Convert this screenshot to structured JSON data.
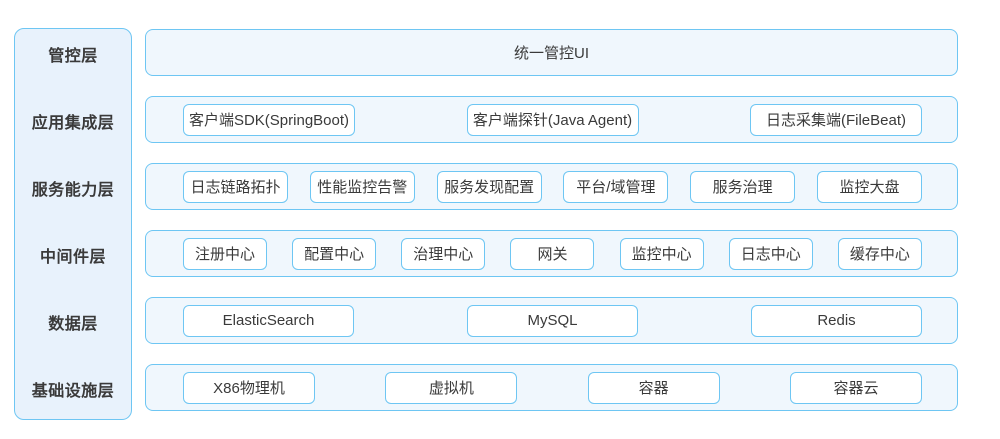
{
  "colors": {
    "border": "#6ec6f3",
    "row_background": "#f0f7fd",
    "sidebar_background": "#e8f2fc",
    "chip_background": "#ffffff",
    "text": "#3a3a3a"
  },
  "sidebar": {
    "layers": [
      {
        "label": "管控层"
      },
      {
        "label": "应用集成层"
      },
      {
        "label": "服务能力层"
      },
      {
        "label": "中间件层"
      },
      {
        "label": "数据层"
      },
      {
        "label": "基础设施层"
      }
    ]
  },
  "rows": [
    {
      "layer": "管控层",
      "items": [
        "统一管控UI"
      ]
    },
    {
      "layer": "应用集成层",
      "items": [
        "客户端SDK(SpringBoot)",
        "客户端探针(Java Agent)",
        "日志采集端(FileBeat)"
      ]
    },
    {
      "layer": "服务能力层",
      "items": [
        "日志链路拓扑",
        "性能监控告警",
        "服务发现配置",
        "平台/域管理",
        "服务治理",
        "监控大盘"
      ]
    },
    {
      "layer": "中间件层",
      "items": [
        "注册中心",
        "配置中心",
        "治理中心",
        "网关",
        "监控中心",
        "日志中心",
        "缓存中心"
      ]
    },
    {
      "layer": "数据层",
      "items": [
        "ElasticSearch",
        "MySQL",
        "Redis"
      ]
    },
    {
      "layer": "基础设施层",
      "items": [
        "X86物理机",
        "虚拟机",
        "容器",
        "容器云"
      ]
    }
  ]
}
